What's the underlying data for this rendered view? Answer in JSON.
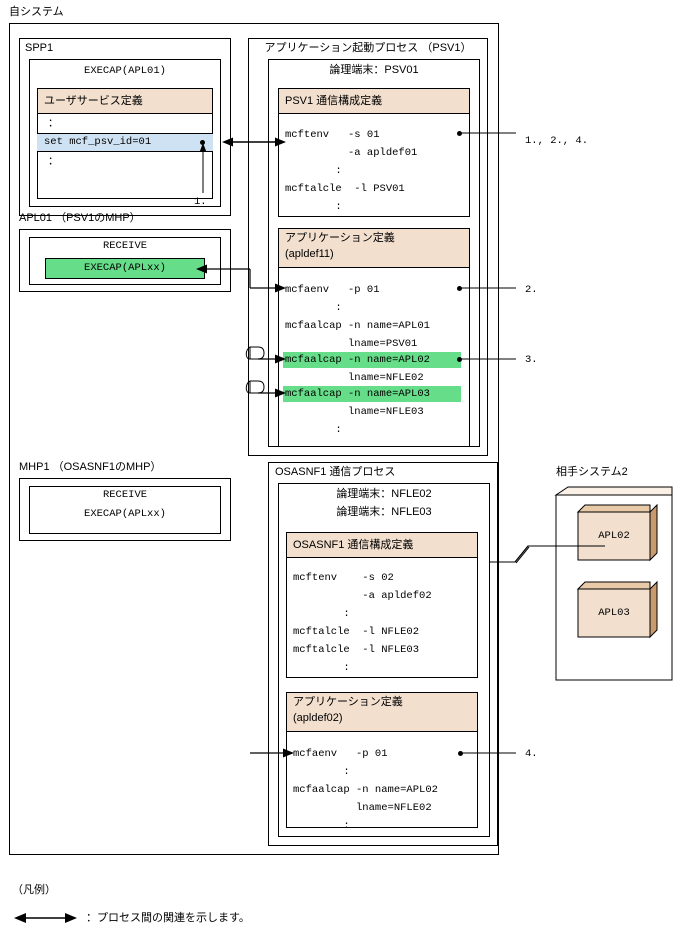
{
  "diagram": {
    "own_system_label": "自システム",
    "legend_title": "（凡例）",
    "legend_text": "：プロセス間の関連を示します。",
    "spp1": {
      "title": "SPP1",
      "execap_title": "EXECAP(APL01)",
      "user_service_def": "ユーザサービス定義",
      "dots": "：",
      "set_line": "set mcf_psv_id=01",
      "callout": "1."
    },
    "apl01": {
      "title": "APL01 （PSV1のMHP）",
      "receive": "RECEIVE",
      "execap": "EXECAP(APLxx)"
    },
    "mhp1": {
      "title": "MHP1 （OSASNF1のMHP）",
      "receive": "RECEIVE",
      "execap": "EXECAP(APLxx)"
    },
    "psv1": {
      "title": "アプリケーション起動プロセス （PSV1）",
      "logical_terminal": "論理端末：PSV01",
      "comm_def": {
        "header": "PSV1 通信構成定義",
        "lines": [
          "mcftenv   -s 01",
          "          -a apldef01",
          "        :",
          "mcftalcle  -l PSV01",
          "        :"
        ],
        "callout": "1., 2., 4."
      },
      "app_def": {
        "header_line1": "アプリケーション定義",
        "header_line2": "(apldef11)",
        "lines": [
          "mcfaenv   -p 01",
          "        :",
          "mcfaalcap -n name=APL01",
          "          lname=PSV01",
          "        :"
        ],
        "highlight1": "mcfaalcap -n name=APL02",
        "highlight1_sub": "          lname=NFLE02",
        "highlight2": "mcfaalcap -n name=APL03",
        "highlight2_sub": "          lname=NFLE03",
        "tail": "        :",
        "callout_mcfaenv": "2.",
        "callout_apl02": "3."
      }
    },
    "osasnf1": {
      "title": "OSASNF1 通信プロセス",
      "logical_terminal1": "論理端末：NFLE02",
      "logical_terminal2": "論理端末：NFLE03",
      "comm_def": {
        "header": "OSASNF1 通信構成定義",
        "lines": [
          "mcftenv    -s 02",
          "           -a apldef02",
          "        :",
          "mcftalcle  -l NFLE02",
          "mcftalcle  -l NFLE03",
          "        :"
        ]
      },
      "app_def": {
        "header_line1": "アプリケーション定義",
        "header_line2": "(apldef02)",
        "lines": [
          "mcfaenv   -p 01",
          "        :",
          "mcfaalcap -n name=APL02",
          "          lname=NFLE02",
          "        :"
        ],
        "callout_mcfaenv": "4."
      }
    },
    "remote": {
      "title": "相手システム2",
      "apl02": "APL02",
      "apl03": "APL03"
    }
  }
}
